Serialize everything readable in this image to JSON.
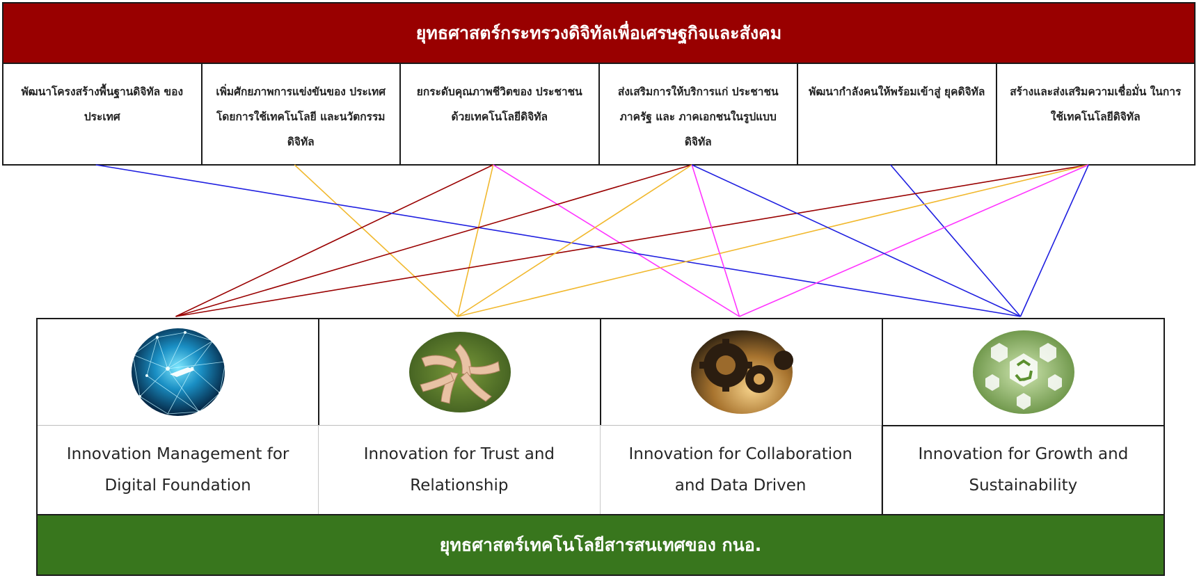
{
  "top_banner": {
    "title": "ยุทธศาสตร์กระทรวงดิจิทัลเพื่อเศรษฐกิจและสังคม",
    "color": "#990000"
  },
  "goals": [
    {
      "label": "พัฒนาโครงสร้างพื้นฐานดิจิทัล ของประเทศ"
    },
    {
      "label": "เพิ่มศักยภาพการแข่งขันของ ประเทศ โดยการใช้เทคโนโลยี และนวัตกรรมดิจิทัล"
    },
    {
      "label": "ยกระดับคุณภาพชีวิตของ ประชาชนด้วยเทคโนโลยีดิจิทัล"
    },
    {
      "label": "ส่งเสริมการให้บริการแก่ ประชาชน ภาครัฐ และ ภาคเอกชนในรูปแบบดิจิทัล"
    },
    {
      "label": "พัฒนากำลังคนให้พร้อมเข้าสู่ ยุคดิจิทัล"
    },
    {
      "label": "สร้างและส่งเสริมความเชื่อมั่น ในการใช้เทคโนโลยีดิจิทัล"
    }
  ],
  "strategies": [
    {
      "label": "Innovation Management for Digital Foundation",
      "image": "digital-network-globe",
      "link_color": "#990000"
    },
    {
      "label": "Innovation for Trust and Relationship",
      "image": "joined-hands",
      "link_color": "#f1b82d"
    },
    {
      "label": "Innovation for Collaboration and Data Driven",
      "image": "gears",
      "link_color": "#ff33ff"
    },
    {
      "label": "Innovation for Growth and Sustainability",
      "image": "sustainability-icons",
      "link_color": "#1f1fe0"
    }
  ],
  "links": [
    {
      "goal": 1,
      "strategy": 1
    },
    {
      "goal": 2,
      "strategy": 0
    },
    {
      "goal": 2,
      "strategy": 1
    },
    {
      "goal": 2,
      "strategy": 2
    },
    {
      "goal": 0,
      "strategy": 3
    },
    {
      "goal": 4,
      "strategy": 3
    },
    {
      "goal": 3,
      "strategy": 0
    },
    {
      "goal": 5,
      "strategy": 0
    },
    {
      "goal": 3,
      "strategy": 1
    },
    {
      "goal": 5,
      "strategy": 1
    },
    {
      "goal": 3,
      "strategy": 2
    },
    {
      "goal": 5,
      "strategy": 2
    },
    {
      "goal": 3,
      "strategy": 3
    },
    {
      "goal": 5,
      "strategy": 3
    }
  ],
  "bottom_banner": {
    "title": "ยุทธศาสตร์เทคโนโลยีสารสนเทศของ กนอ.",
    "color": "#38761d"
  }
}
